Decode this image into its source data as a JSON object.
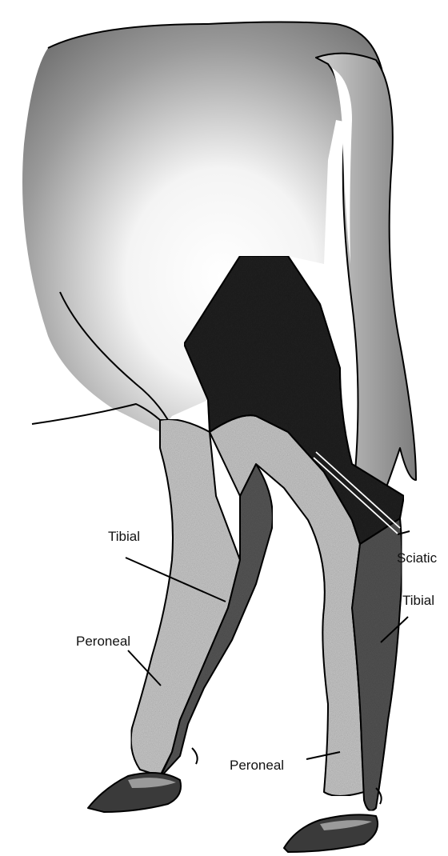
{
  "labels": {
    "sciatic": "Sciatic",
    "tibial_left": "Tibial",
    "tibial_right": "Tibial",
    "peroneal_left": "Peroneal",
    "peroneal_right": "Peroneal"
  },
  "colors": {
    "sciatic_region": "#262626",
    "tibial_region": "#5a5a5a",
    "peroneal_region": "#cfcfcf",
    "body_shade": "#8a8a8a",
    "hoof": "#3a3a3a"
  }
}
